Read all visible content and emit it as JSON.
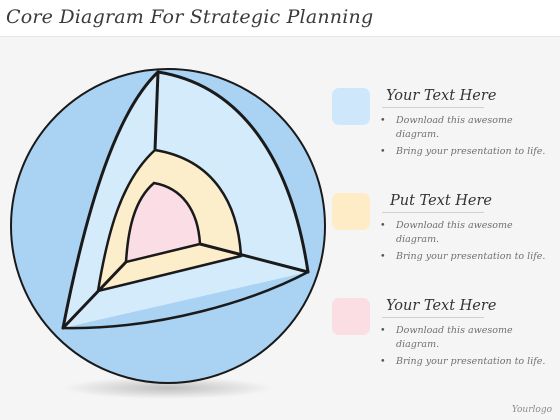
{
  "title": "Core Diagram For Strategic Planning",
  "legend": [
    {
      "title": "Your Text Here",
      "color": "#cfe7fb",
      "bullets": [
        "Download this awesome diagram.",
        "Bring your presentation to life."
      ]
    },
    {
      "title": "Put Text Here",
      "color": "#fdecc6",
      "bullets": [
        "Download this awesome diagram.",
        "Bring your presentation to life."
      ]
    },
    {
      "title": "Your Text Here",
      "color": "#fbdde4",
      "bullets": [
        "Download this awesome diagram.",
        "Bring your presentation to life."
      ]
    }
  ],
  "diagram": {
    "outer_color": "#a9d2f3",
    "cutaway_color": "#d4ebfc",
    "middle_layer_color": "#fdeecb",
    "core_color": "#fbdde6",
    "line_color": "#1a1a1a"
  },
  "footer": {
    "logo_text": "Yourlogo"
  }
}
